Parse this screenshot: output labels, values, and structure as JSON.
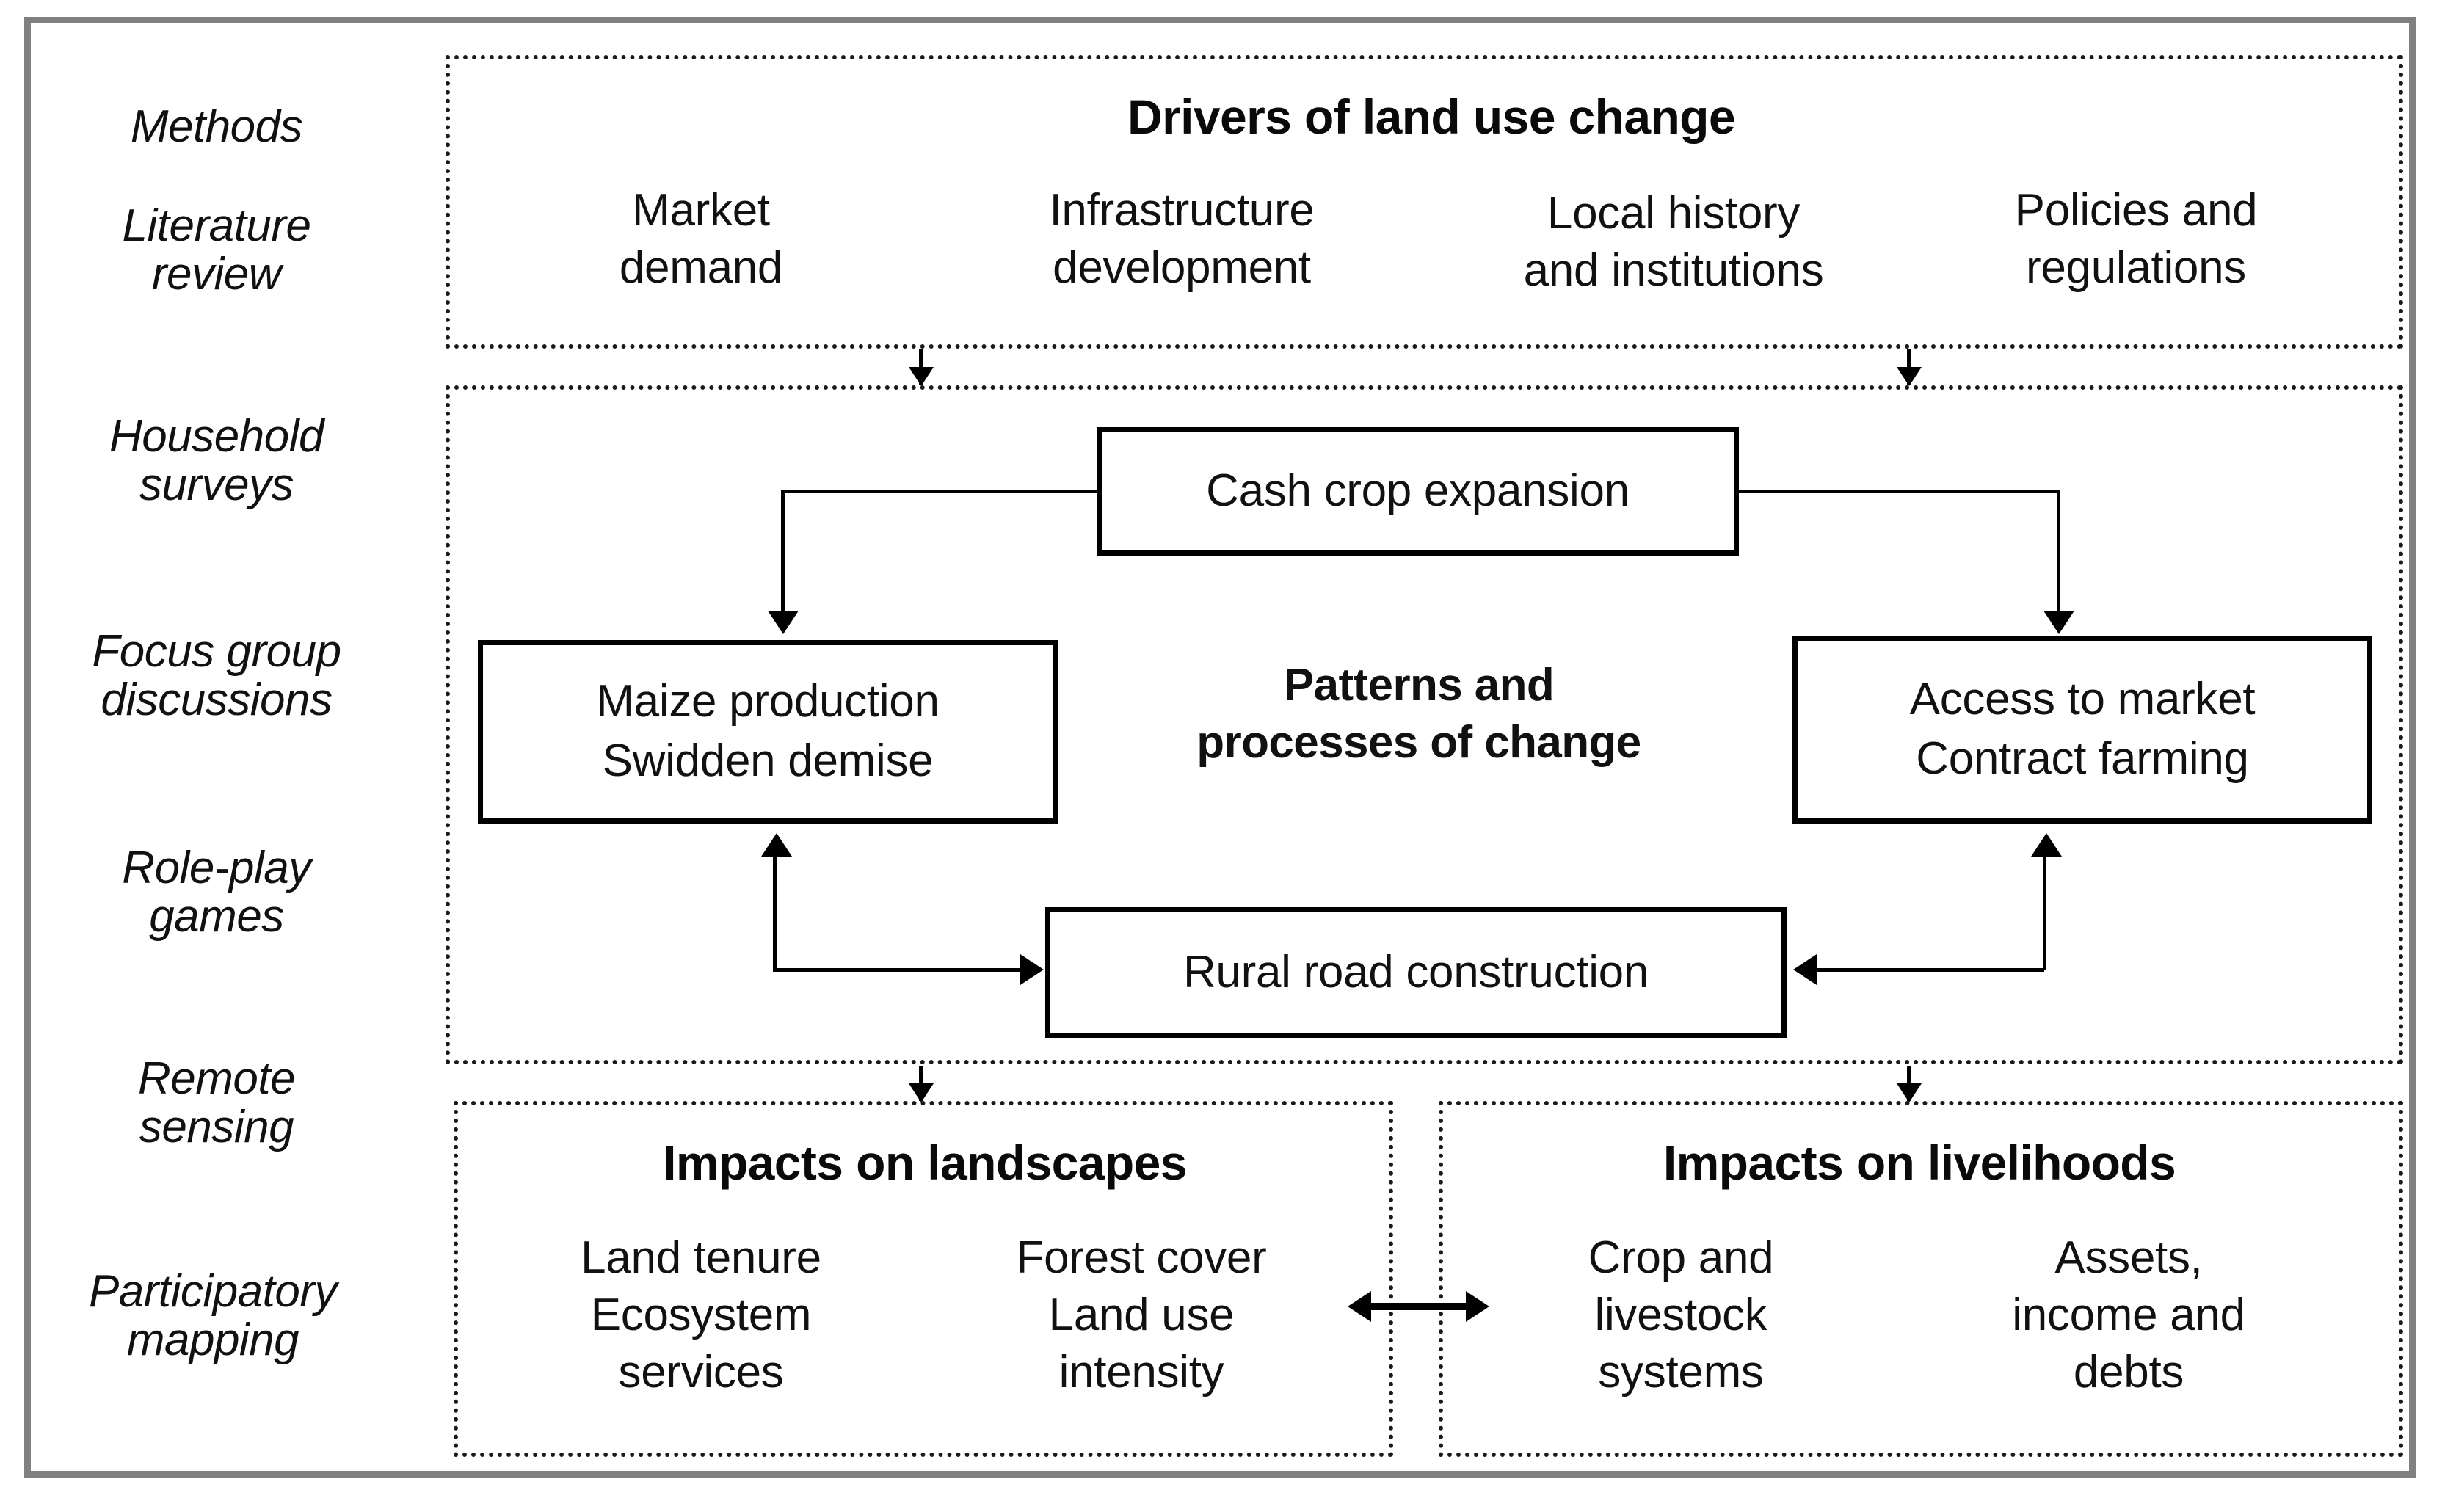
{
  "figure": {
    "methods_column": [
      {
        "label": "Methods"
      },
      {
        "label": "Literature\nreview"
      },
      {
        "label": "Household\nsurveys"
      },
      {
        "label": "Focus group\ndiscussions"
      },
      {
        "label": "Role-play\ngames"
      },
      {
        "label": "Remote\nsensing"
      },
      {
        "label": "Participatory\nmapping"
      }
    ],
    "drivers": {
      "title": "Drivers of land use change",
      "items": [
        "Market\ndemand",
        "Infrastructure\ndevelopment",
        "Local history\nand institutions",
        "Policies and\nregulations"
      ]
    },
    "processes": {
      "title": "Patterns and\nprocesses of change",
      "nodes": {
        "cash_crop": "Cash crop expansion",
        "maize": {
          "line1": "Maize production",
          "line2": "Swidden demise"
        },
        "market": {
          "line1": "Access to market",
          "line2": "Contract farming"
        },
        "road": "Rural road construction"
      }
    },
    "impacts_landscapes": {
      "title": "Impacts on landscapes",
      "col_left": "Land tenure\nEcosystem\nservices",
      "col_right": "Forest cover\nLand use\nintensity"
    },
    "impacts_livelihoods": {
      "title": "Impacts on livelihoods",
      "col_left": "Crop and\nlivestock\nsystems",
      "col_right": "Assets,\nincome and\ndebts"
    },
    "colors": {
      "frame": "#808080",
      "line": "#000000",
      "text": "#111111",
      "box_border": "#000000"
    }
  }
}
